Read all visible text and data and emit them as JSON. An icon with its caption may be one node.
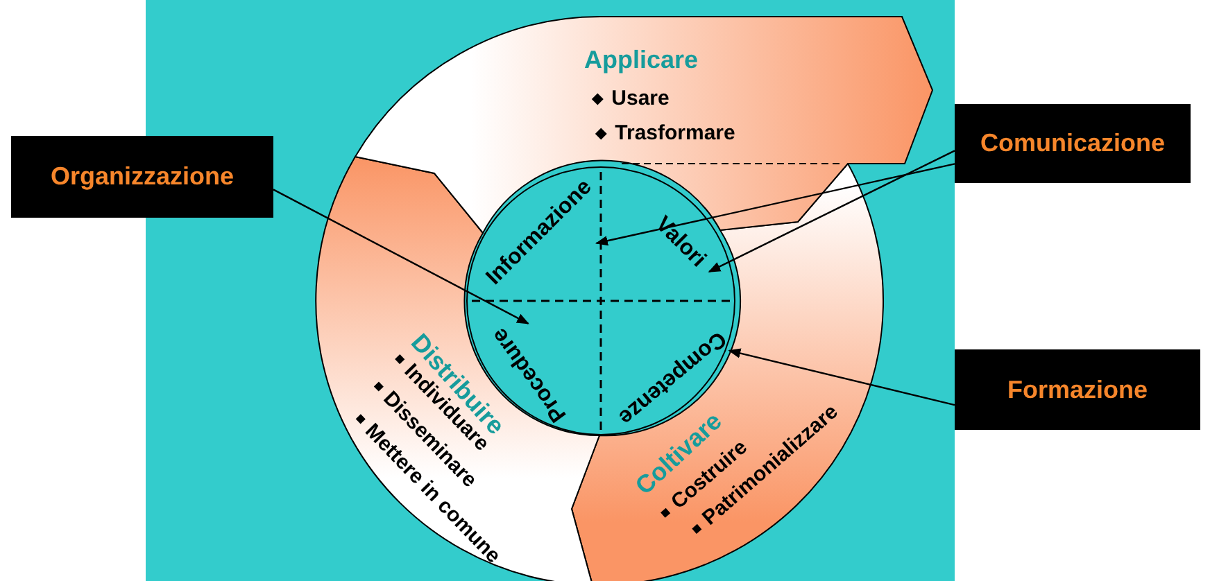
{
  "diagram": {
    "nodes": [
      {
        "text": [
          "Applicare",
          "Usare",
          "Trasformare"
        ]
      },
      {
        "text": [
          "Distribuire",
          "Individuare",
          "Disseminare",
          "Mettere in comune"
        ]
      },
      {
        "text": [
          "Coltivare",
          "Costruire",
          "Patrimonializzare"
        ]
      },
      {
        "text": [],
        "shape": "circle"
      },
      {
        "text": [
          "Informazione"
        ],
        "in": 3
      },
      {
        "text": [
          "Valori"
        ],
        "in": 3
      },
      {
        "text": [
          "Procedure"
        ],
        "in": 3
      },
      {
        "text": [
          "Competenze"
        ],
        "in": 3
      },
      {
        "text": [
          "Organizzazione"
        ]
      },
      {
        "text": [
          "Comunicazione"
        ]
      },
      {
        "text": [
          "Formazione"
        ]
      }
    ],
    "edges": [
      {
        "from": 8,
        "to": 6,
        "arrow": "to"
      },
      {
        "from": 9,
        "to": 4,
        "arrow": "to"
      },
      {
        "from": 9,
        "to": 5,
        "arrow": "to"
      },
      {
        "from": 10,
        "to": 7,
        "arrow": "to"
      }
    ]
  }
}
